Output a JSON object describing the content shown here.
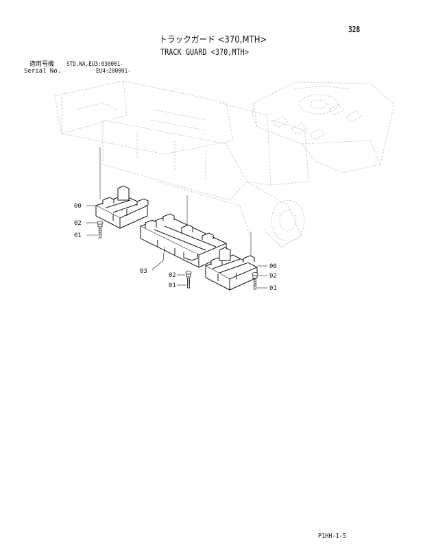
{
  "page_number": "328",
  "title": {
    "japanese": "トラックガード <370,MTH>",
    "english": "TRACK GUARD <370,MTH>"
  },
  "serial": {
    "label_japanese": "適用号機",
    "label_english": "Serial No.",
    "value_line1": "STD,NA,EU3:030001-",
    "value_line2": "EU4:200001-"
  },
  "callouts": {
    "c1": "00",
    "c2": "02",
    "c3": "01",
    "c4": "03",
    "c5": "02",
    "c6": "01",
    "c7": "00",
    "c8": "02",
    "c9": "01"
  },
  "footer_code": "P1HH-1-5"
}
